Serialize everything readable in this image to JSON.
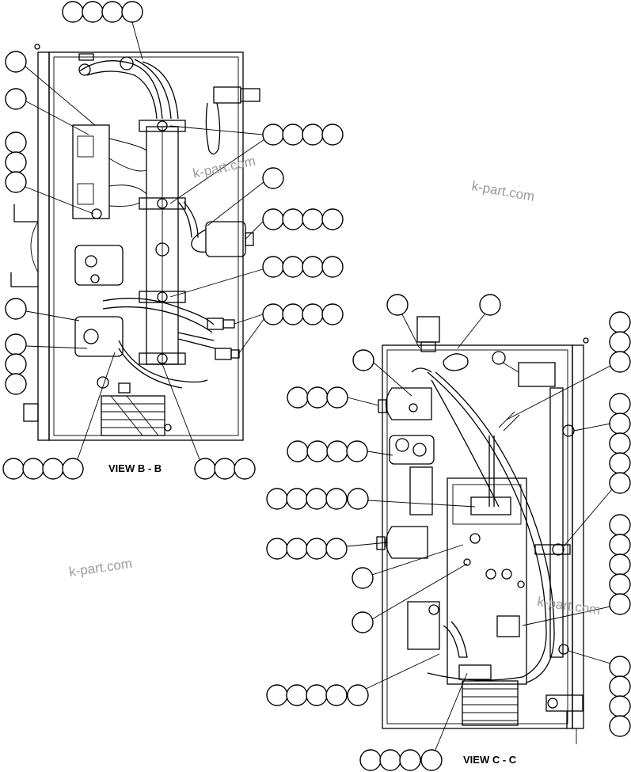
{
  "labels": {
    "view_b": "VIEW B - B",
    "view_c": "VIEW C - C"
  },
  "watermark": "k-part.com",
  "colors": {
    "line": "#000000",
    "watermark": "#9a9a9a",
    "background": "#ffffff"
  }
}
